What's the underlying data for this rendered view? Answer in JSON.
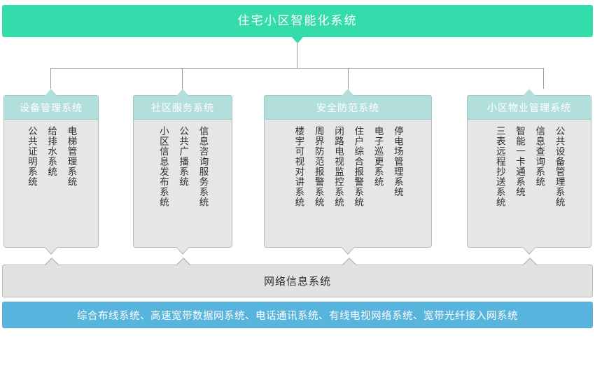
{
  "diagram": {
    "root": {
      "label": "住宅小区智能化系统",
      "color": "#35dcab"
    },
    "branches": [
      {
        "id": "equipment",
        "header": "设备管理系统",
        "header_color": "#b2dfdc",
        "items": [
          "电梯管理系统",
          "给排水系统",
          "公共证明系统"
        ]
      },
      {
        "id": "community-service",
        "header": "社区服务系统",
        "header_color": "#b2dfdc",
        "items": [
          "信息咨询服务系统",
          "公共广播系统",
          "小区信息发布系统"
        ]
      },
      {
        "id": "security",
        "header": "安全防范系统",
        "header_color": "#b2dfdc",
        "items": [
          "停电场管理系统",
          "电子巡更系统",
          "住户综合报警系统",
          "闭路电视监控系统",
          "周界防范报警系统",
          "楼宇可视对讲系统"
        ]
      },
      {
        "id": "property-management",
        "header": "小区物业管理系统",
        "header_color": "#b2dfdc",
        "items": [
          "公共设备管理系统",
          "信息查询系统",
          "智能一卡通系统",
          "三表远程抄送系统"
        ]
      }
    ],
    "network_layer": {
      "label": "网络信息系统",
      "color": "#e2e2e2"
    },
    "infrastructure_layer": {
      "label": "综合布线系统、高速宽带数据网系统、电话通讯系统、有线电视网络系统、宽带光纤接入网系统",
      "color": "#57b4dd"
    }
  }
}
